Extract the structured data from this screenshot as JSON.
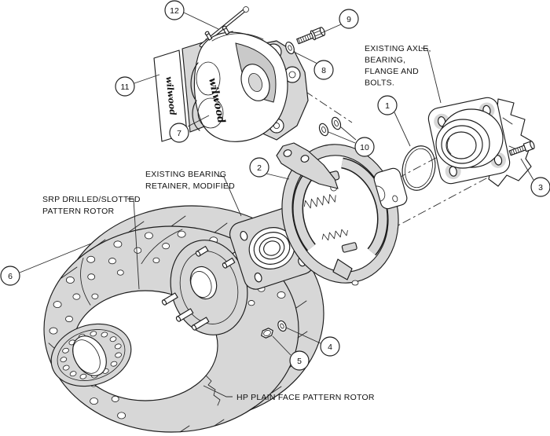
{
  "diagram": {
    "background": "#ffffff",
    "line_color": "#1c1c1c",
    "part_fill": "#d7d7d7",
    "brand_script": "wilwood",
    "callouts": [
      {
        "num": "1"
      },
      {
        "num": "2"
      },
      {
        "num": "3"
      },
      {
        "num": "4"
      },
      {
        "num": "5"
      },
      {
        "num": "6"
      },
      {
        "num": "7"
      },
      {
        "num": "8"
      },
      {
        "num": "9"
      },
      {
        "num": "10"
      },
      {
        "num": "11"
      },
      {
        "num": "12"
      }
    ],
    "labels": {
      "axle": {
        "lines": [
          "EXISTING AXLE,",
          "BEARING,",
          "FLANGE AND",
          "BOLTS."
        ]
      },
      "retainer": {
        "lines": [
          "EXISTING BEARING",
          "RETAINER, MODIFIED"
        ]
      },
      "srp": {
        "lines": [
          "SRP DRILLED/SLOTTED",
          "PATTERN ROTOR"
        ]
      },
      "hp": {
        "lines": [
          "HP PLAIN FACE PATTERN ROTOR"
        ]
      }
    }
  }
}
